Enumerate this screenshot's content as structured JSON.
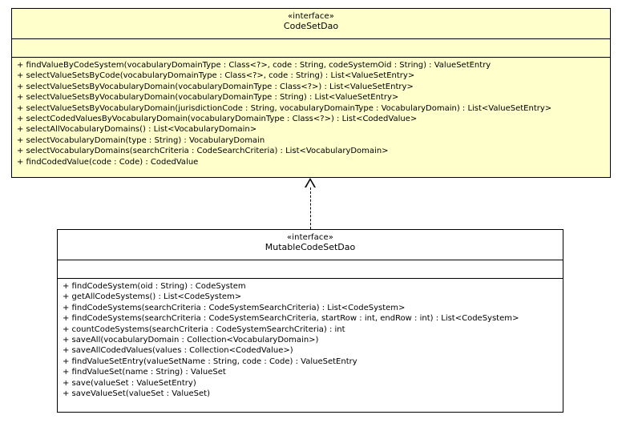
{
  "diagram": {
    "type": "uml-class-diagram",
    "background_color": "#ffffff",
    "border_color": "#000000",
    "classes": [
      {
        "id": "codesetdao",
        "stereotype": "«interface»",
        "name": "CodeSetDao",
        "fill_color": "#ffffcc",
        "attributes": [],
        "operations": [
          "+ findValueByCodeSystem(vocabularyDomainType : Class<?>, code : String, codeSystemOid : String) : ValueSetEntry",
          "+ selectValueSetsByCode(vocabularyDomainType : Class<?>, code : String) : List<ValueSetEntry>",
          "+ selectValueSetsByVocabularyDomain(vocabularyDomainType : Class<?>) : List<ValueSetEntry>",
          "+ selectValueSetsByVocabularyDomain(vocabularyDomainType : String) : List<ValueSetEntry>",
          "+ selectValueSetsByVocabularyDomain(jurisdictionCode : String, vocabularyDomainType : VocabularyDomain) : List<ValueSetEntry>",
          "+ selectCodedValuesByVocabularyDomain(vocabularyDomainType : Class<?>) : List<CodedValue>",
          "+ selectAllVocabularyDomains() : List<VocabularyDomain>",
          "+ selectVocabularyDomain(type : String) : VocabularyDomain",
          "+ selectVocabularyDomains(searchCriteria : CodeSearchCriteria) : List<VocabularyDomain>",
          "+ findCodedValue(code : Code) : CodedValue"
        ]
      },
      {
        "id": "mutablecodesetdao",
        "stereotype": "«interface»",
        "name": "MutableCodeSetDao",
        "fill_color": "#ffffff",
        "attributes": [],
        "operations": [
          "+ findCodeSystem(oid : String) : CodeSystem",
          "+ getAllCodeSystems() : List<CodeSystem>",
          "+ findCodeSystems(searchCriteria : CodeSystemSearchCriteria) : List<CodeSystem>",
          "+ findCodeSystems(searchCriteria : CodeSystemSearchCriteria, startRow : int, endRow : int) : List<CodeSystem>",
          "+ countCodeSystems(searchCriteria : CodeSystemSearchCriteria) : int",
          "+ saveAll(vocabularyDomain : Collection<VocabularyDomain>)",
          "+ saveAllCodedValues(values : Collection<CodedValue>)",
          "+ findValueSetEntry(valueSetName : String, code : Code) : ValueSetEntry",
          "+ findValueSet(name : String) : ValueSet",
          "+ save(valueSet : ValueSetEntry)",
          "+ saveValueSet(valueSet : ValueSet)"
        ]
      }
    ],
    "relationships": [
      {
        "id": "realization-1",
        "kind": "realization",
        "line_style": "dashed",
        "arrowhead": "hollow-triangle",
        "from": "MutableCodeSetDao",
        "to": "CodeSetDao",
        "label": ""
      }
    ]
  }
}
